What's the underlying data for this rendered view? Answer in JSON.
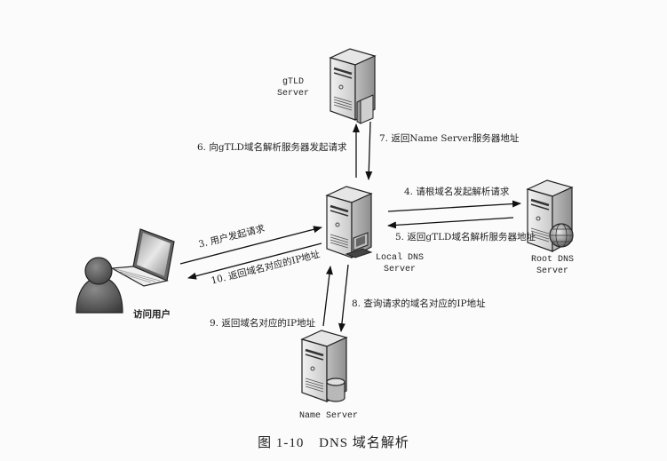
{
  "nodes": {
    "gtld": {
      "label_line1": "gTLD",
      "label_line2": "Server",
      "icon": "server-with-drive-icon"
    },
    "local_dns": {
      "label_line1": "Local DNS",
      "label_line2": "Server",
      "icon": "server-with-terminal-icon"
    },
    "root_dns": {
      "label_line1": "Root DNS",
      "label_line2": "Server",
      "icon": "server-with-globe-icon"
    },
    "name_server": {
      "label": "Name Server",
      "icon": "server-with-database-icon"
    },
    "user": {
      "label": "访问用户",
      "icon": "user-with-laptop-icon"
    }
  },
  "steps": [
    {
      "id": 3,
      "text": "3. 用户发起请求",
      "from": "user",
      "to": "local_dns"
    },
    {
      "id": 4,
      "text": "4. 请根域名发起解析请求",
      "from": "local_dns",
      "to": "root_dns"
    },
    {
      "id": 5,
      "text": "5. 返回gTLD域名解析服务器地址",
      "from": "root_dns",
      "to": "local_dns"
    },
    {
      "id": 6,
      "text": "6. 向gTLD域名解析服务器发起请求",
      "from": "local_dns",
      "to": "gtld"
    },
    {
      "id": 7,
      "text": "7. 返回Name Server服务器地址",
      "from": "gtld",
      "to": "local_dns"
    },
    {
      "id": 8,
      "text": "8. 查询请求的域名对应的IP地址",
      "from": "local_dns",
      "to": "name_server"
    },
    {
      "id": 9,
      "text": "9. 返回域名对应的IP地址",
      "from": "name_server",
      "to": "local_dns"
    },
    {
      "id": 10,
      "text": "10. 返回域名对应的IP地址",
      "from": "local_dns",
      "to": "user"
    }
  ],
  "caption": {
    "figure": "图 1-10",
    "title": "DNS 域名解析"
  }
}
